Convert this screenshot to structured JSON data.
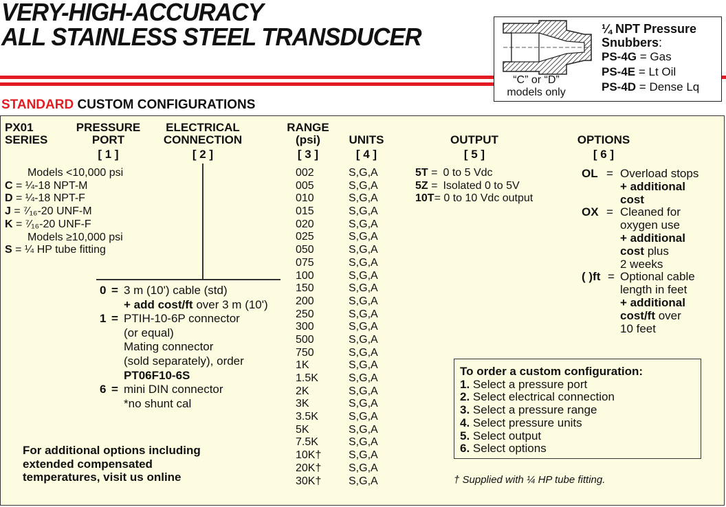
{
  "title": {
    "line1": "VERY-HIGH-ACCURACY",
    "line2": "ALL STAINLESS STEEL TRANSDUCER"
  },
  "colors": {
    "accent_red": "#e31b23",
    "panel_bg": "#fdfbe0"
  },
  "snubber": {
    "title_line1": "¼ NPT Pressure",
    "title_line2": "Snubbers",
    "colon": ":",
    "items": [
      {
        "code": "PS-4G",
        "eq": " = ",
        "desc": "Gas"
      },
      {
        "code": "PS-4E",
        "eq": " = ",
        "desc": "Lt Oil"
      },
      {
        "code": "PS-4D",
        "eq": " = ",
        "desc": "Dense Lq"
      }
    ],
    "note_line1": "“C” or “D”",
    "note_line2": "models only"
  },
  "heading": {
    "red": "STANDARD",
    "black": " CUSTOM CONFIGURATIONS"
  },
  "columns": {
    "series": {
      "l1": "PX01",
      "l2": "SERIES"
    },
    "port": {
      "l1": "PRESSURE",
      "l2": "PORT",
      "idx": "[ 1 ]"
    },
    "elec": {
      "l1": "ELECTRICAL",
      "l2": "CONNECTION",
      "idx": "[ 2 ]"
    },
    "range": {
      "l1": "RANGE",
      "l2": "(psi)",
      "idx": "[ 3 ]"
    },
    "units": {
      "l1": "UNITS",
      "idx": "[ 4 ]"
    },
    "output": {
      "l1": "OUTPUT",
      "idx": "[ 5 ]"
    },
    "options": {
      "l1": "OPTIONS",
      "idx": "[ 6 ]"
    }
  },
  "port": {
    "models_low": "Models <10,000 psi",
    "items": [
      {
        "code": "C",
        "desc": " = ¼-18 NPT-M"
      },
      {
        "code": "D",
        "desc": " = ¼-18 NPT-F"
      },
      {
        "code": "J",
        "desc": " = ⁷⁄₁₆-20 UNF-M"
      },
      {
        "code": "K",
        "desc": " = ⁷⁄₁₆-20 UNF-F"
      }
    ],
    "models_high": "Models ≥10,000 psi",
    "s_code": "S",
    "s_desc": " = ¼ HP tube fitting"
  },
  "elec": {
    "c0": "0",
    "eq": "=",
    "c0_l1": "3 m (10') cable (std)",
    "c0_l2b": "+ add cost/ft",
    "c0_l2": " over 3 m (10')",
    "c1": "1",
    "c1_lines": [
      "PTIH-10-6P connector",
      "(or equal)",
      "Mating connector",
      "(sold separately), order"
    ],
    "c1_part": "PT06F10-6S",
    "c6": "6",
    "c6_l1": "mini DIN connector",
    "c6_l2": "*no shunt cal"
  },
  "ranges": [
    "002",
    "005",
    "010",
    "015",
    "020",
    "025",
    "050",
    "075",
    "100",
    "150",
    "200",
    "250",
    "300",
    "500",
    "750",
    "1K",
    "1.5K",
    "2K",
    "3K",
    "3.5K",
    "5K",
    "7.5K",
    "10K†",
    "20K†",
    "30K†"
  ],
  "units_value": "S,G,A",
  "output": [
    {
      "code": "5T",
      "eq": " =",
      "desc": "0 to 5 Vdc"
    },
    {
      "code": "5Z",
      "eq": " =",
      "desc": "Isolated 0 to 5V"
    },
    {
      "code": "10T",
      "eq": "=",
      "desc": " 0 to 10 Vdc output"
    }
  ],
  "options": {
    "ol": "OL",
    "ox": "OX",
    "ft": "( )ft",
    "eq": "=",
    "ol_l1": "Overload stops",
    "ol_l2": "+ additional",
    "ol_l3": "cost",
    "ox_l1": "Cleaned for",
    "ox_l2": "oxygen use",
    "ox_l3": "+ additional",
    "ox_l4b": "cost",
    "ox_l4": " plus",
    "ox_l5": "2 weeks",
    "ft_l1": "Optional cable",
    "ft_l2": "length in feet",
    "ft_l3": "+ additional",
    "ft_l4b": "cost/ft",
    "ft_l4": " over",
    "ft_l5": "10 feet"
  },
  "order": {
    "title": "To order a custom configuration:",
    "steps": [
      {
        "n": "1.",
        "text": " Select a pressure port"
      },
      {
        "n": "2.",
        "text": " Select electrical connection"
      },
      {
        "n": "3.",
        "text": " Select a pressure range"
      },
      {
        "n": "4.",
        "text": " Select pressure units"
      },
      {
        "n": "5.",
        "text": " Select output"
      },
      {
        "n": "6.",
        "text": " Select options"
      }
    ]
  },
  "footnote": "† Supplied with ¼ HP tube fitting.",
  "online": {
    "l1": "For additional options including",
    "l2": "extended compensated",
    "l3": "temperatures, visit us online"
  }
}
